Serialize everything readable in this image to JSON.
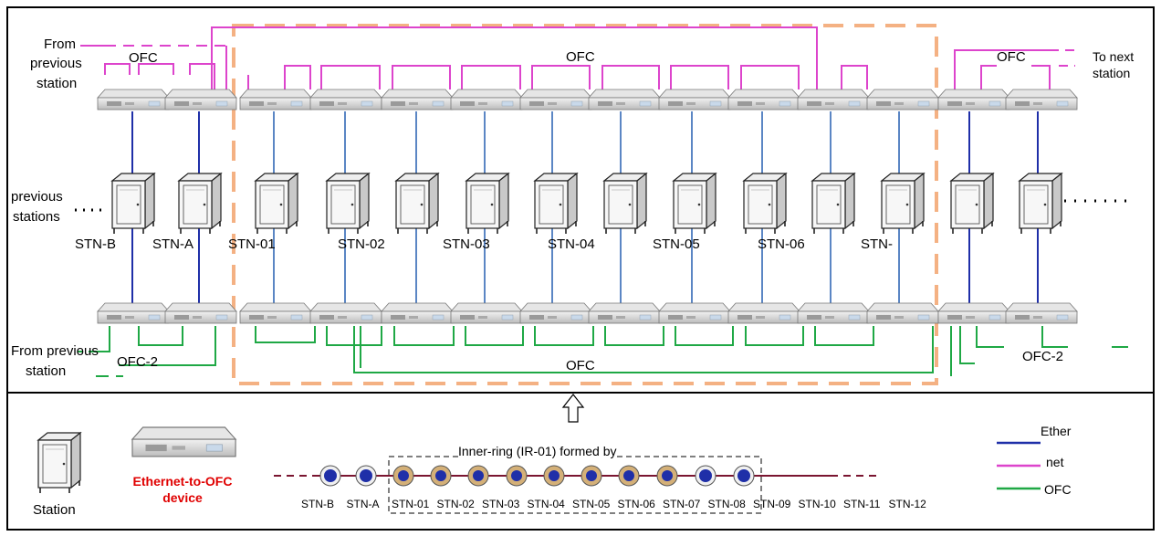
{
  "colors": {
    "ethernet": "#1f2fa8",
    "ethernet_inner": "#5b86c4",
    "ofc_pink": "#dd44cc",
    "ofc_green": "#1fa845",
    "highlight_box": "#f4b183",
    "ring_line": "#7a1530",
    "node_outer": "#d4b078",
    "node_blue": "#1f2fa8"
  },
  "top_left": {
    "from_line1": "From",
    "from_line2": "previous",
    "from_line3": "station",
    "ofc": "OFC"
  },
  "top_center": {
    "ofc": "OFC"
  },
  "top_right": {
    "ofc": "OFC",
    "to_line1": "To next",
    "to_line2": "station"
  },
  "left_side": {
    "previous_line1": "previous",
    "previous_line2": "stations"
  },
  "stations": {
    "stn_b": "STN-B",
    "stn_a": "STN-A",
    "stn_01": "STN-01",
    "stn_02": "STN-02",
    "stn_03": "STN-03",
    "stn_04": "STN-04",
    "stn_05": "STN-05",
    "stn_06": "STN-06",
    "stn_7": "STN-"
  },
  "bottom_left": {
    "from": "From previous",
    "station": "station",
    "ofc2": "OFC-2"
  },
  "bottom_center": {
    "ofc": "OFC"
  },
  "bottom_right": {
    "ofc2": "OFC-2"
  },
  "legend_panel": {
    "station_label": "Station",
    "device_label_1": "Ethernet-to-OFC",
    "device_label_2": "device",
    "ring_caption": "Inner-ring (IR-01) formed by",
    "legend_ether": "Ether",
    "legend_net": "net",
    "legend_ofc": "OFC"
  },
  "ring_stations": [
    "STN-B",
    "STN-A",
    "STN-01",
    "STN-02",
    "STN-03",
    "STN-04",
    "STN-05",
    "STN-06",
    "STN-07",
    "STN-08",
    "STN-09",
    "STN-10",
    "STN-11",
    "STN-12"
  ],
  "icons": [
    "station-rack-icon",
    "switch-device-icon",
    "up-arrow-icon",
    "ring-node-icon"
  ]
}
